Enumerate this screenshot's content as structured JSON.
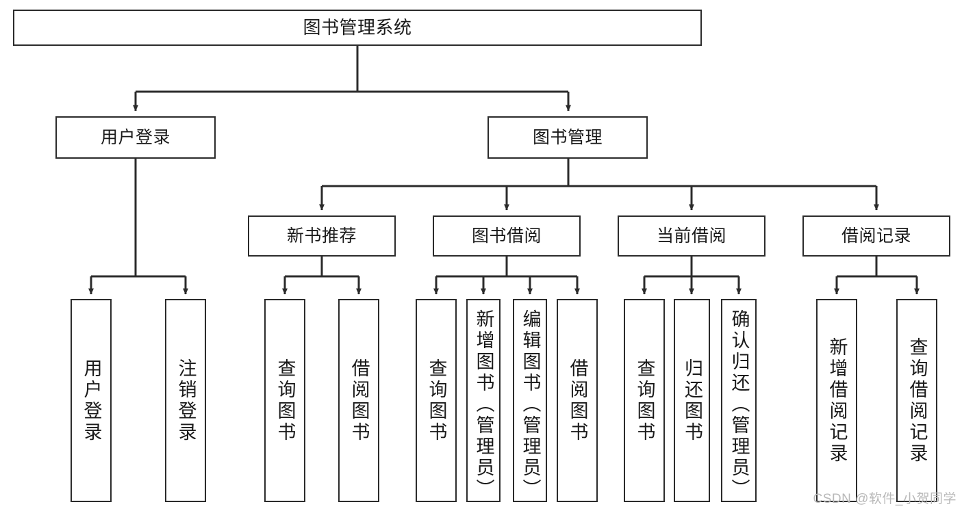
{
  "diagram": {
    "title": "图书管理系统",
    "watermark": "CSDN @软件_小贺同学",
    "type": "tree-hierarchy-chart",
    "levels": {
      "root": {
        "label": "图书管理系统"
      },
      "level2": [
        {
          "id": "user-login",
          "label": "用户登录"
        },
        {
          "id": "book-manage",
          "label": "图书管理"
        }
      ],
      "level3": [
        {
          "id": "new-book-recommend",
          "label": "新书推荐",
          "parent": "book-manage"
        },
        {
          "id": "book-borrow",
          "label": "图书借阅",
          "parent": "book-manage"
        },
        {
          "id": "current-borrow",
          "label": "当前借阅",
          "parent": "book-manage"
        },
        {
          "id": "borrow-record",
          "label": "借阅记录",
          "parent": "book-manage"
        }
      ],
      "leaves": [
        {
          "id": "leaf-user-login",
          "label": "用户登录",
          "parent": "user-login"
        },
        {
          "id": "leaf-logout-login",
          "label": "注销登录",
          "parent": "user-login"
        },
        {
          "id": "leaf-query-book-1",
          "label": "查询图书",
          "parent": "new-book-recommend"
        },
        {
          "id": "leaf-borrow-book-1",
          "label": "借阅图书",
          "parent": "new-book-recommend"
        },
        {
          "id": "leaf-query-book-2",
          "label": "查询图书",
          "parent": "book-borrow"
        },
        {
          "id": "leaf-add-book",
          "label": "新增图书（管理员）",
          "parent": "book-borrow"
        },
        {
          "id": "leaf-edit-book",
          "label": "编辑图书（管理员）",
          "parent": "book-borrow"
        },
        {
          "id": "leaf-borrow-book-2",
          "label": "借阅图书",
          "parent": "book-borrow"
        },
        {
          "id": "leaf-query-book-3",
          "label": "查询图书",
          "parent": "current-borrow"
        },
        {
          "id": "leaf-return-book",
          "label": "归还图书",
          "parent": "current-borrow"
        },
        {
          "id": "leaf-confirm-return",
          "label": "确认归还（管理员）",
          "parent": "current-borrow"
        },
        {
          "id": "leaf-add-record",
          "label": "新增借阅记录",
          "parent": "borrow-record"
        },
        {
          "id": "leaf-query-record",
          "label": "查询借阅记录",
          "parent": "borrow-record"
        }
      ]
    },
    "colors": {
      "stroke": "#2b2b2b",
      "fill": "#ffffff",
      "text": "#1a1a1a",
      "watermark": "#b9b9b9"
    }
  }
}
